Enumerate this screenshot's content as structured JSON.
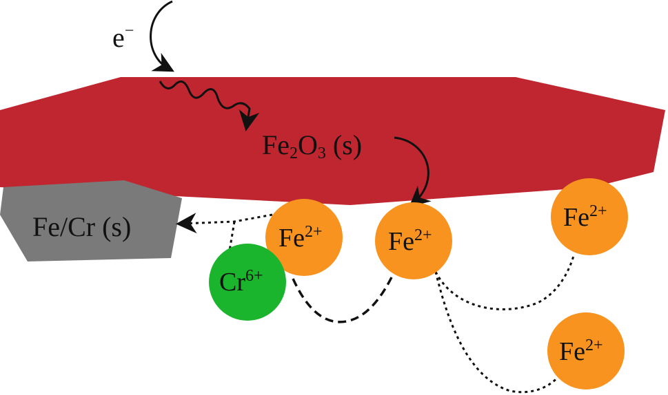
{
  "electron": {
    "base": "e",
    "superscript": "−"
  },
  "oxide_label": {
    "prefix": "Fe",
    "sub1": "2",
    "mid": "O",
    "sub2": "3",
    "suffix": " (s)"
  },
  "alloy_label": "Fe/Cr (s)",
  "ions": {
    "fe_left": {
      "base": "Fe",
      "charge": "2+"
    },
    "fe_center": {
      "base": "Fe",
      "charge": "2+"
    },
    "fe_right_top": {
      "base": "Fe",
      "charge": "2+"
    },
    "fe_right_bottom": {
      "base": "Fe",
      "charge": "2+"
    },
    "cr": {
      "base": "Cr",
      "charge": "6+"
    }
  },
  "colors": {
    "oxide": "#C0262F",
    "alloy": "#7A7A7A",
    "fe_ion": "#F7931E",
    "cr_ion": "#1AB52D",
    "arrow": "#111111"
  }
}
